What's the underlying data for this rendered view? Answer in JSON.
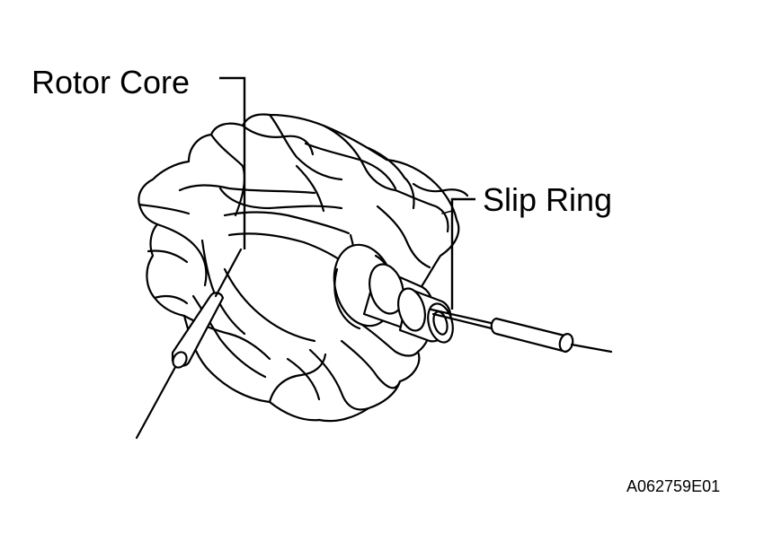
{
  "labels": {
    "rotor_core": "Rotor Core",
    "slip_ring": "Slip Ring",
    "figure_code": "A062759E01"
  },
  "colors": {
    "ink": "#000000",
    "background": "#ffffff"
  }
}
